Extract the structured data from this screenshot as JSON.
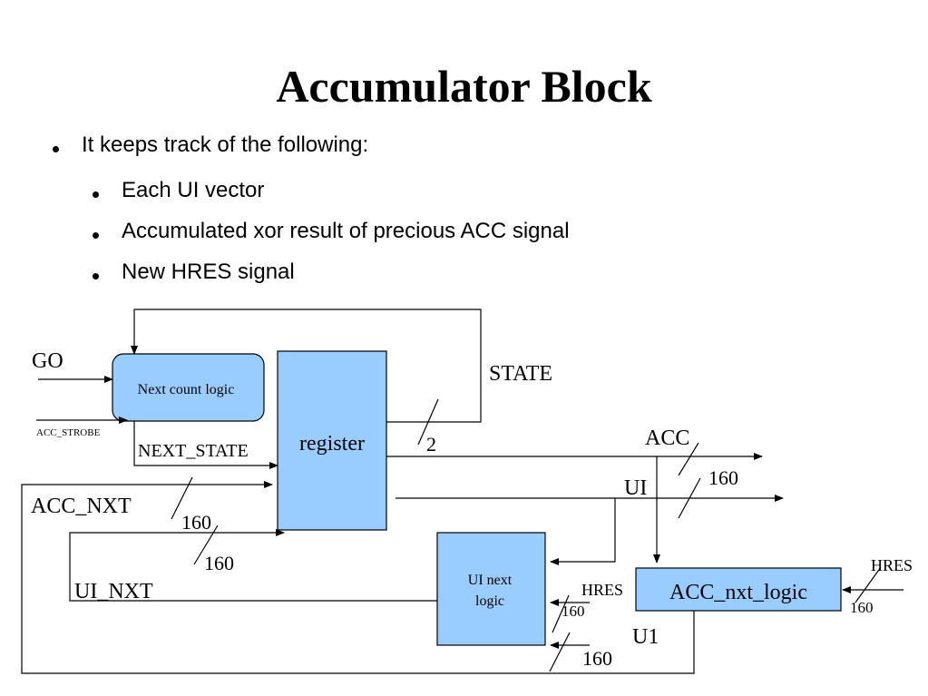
{
  "title": "Accumulator Block",
  "bullets": {
    "main": "It keeps track of the following:",
    "sub": [
      "Each UI vector",
      "Accumulated xor result of precious ACC signal",
      "New HRES signal"
    ]
  },
  "diagram": {
    "blocks": {
      "next_count": "Next count logic",
      "register": "register",
      "ui_next_line1": "UI next",
      "ui_next_line2": "logic",
      "acc_nxt_logic": "ACC_nxt_logic"
    },
    "signals": {
      "go": "GO",
      "acc_strobe": "ACC_STROBE",
      "next_state": "NEXT_STATE",
      "state": "STATE",
      "state_width": "2",
      "acc": "ACC",
      "acc_width": "160",
      "ui": "UI",
      "acc_nxt": "ACC_NXT",
      "acc_nxt_width": "160",
      "ui_nxt_width": "160",
      "ui_nxt": "UI_NXT",
      "hres_left": "HRES",
      "hres_left_width": "160",
      "hres_right": "HRES",
      "hres_right_width": "160",
      "u1": "U1",
      "u1_width": "160"
    },
    "colors": {
      "block_fill": "#99ccff",
      "line": "#000000"
    }
  }
}
